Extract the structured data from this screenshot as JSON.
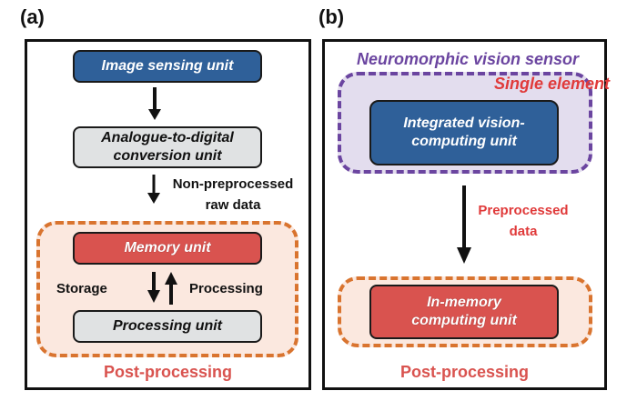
{
  "panel_a": {
    "label": "(a)",
    "image_sensing_unit": "Image sensing unit",
    "adc_unit_line1": "Analogue-to-digital",
    "adc_unit_line2": "conversion unit",
    "raw_data_line1": "Non-preprocessed",
    "raw_data_line2": "raw data",
    "memory_unit": "Memory unit",
    "storage_label": "Storage",
    "processing_label": "Processing",
    "processing_unit": "Processing unit",
    "post_processing": "Post-processing"
  },
  "panel_b": {
    "label": "(b)",
    "neuromorphic_sensor": "Neuromorphic vision sensor",
    "single_element": "Single element",
    "integrated_unit_line1": "Integrated vision-",
    "integrated_unit_line2": "computing unit",
    "preprocessed_line1": "Preprocessed",
    "preprocessed_line2": "data",
    "in_memory_line1": "In-memory",
    "in_memory_line2": "computing unit",
    "post_processing": "Post-processing"
  },
  "colors": {
    "blue_unit": "#2f6099",
    "gray_unit": "#e0e2e3",
    "red_unit": "#d9534f",
    "orange_region": "#d9742f",
    "purple_region": "#6b45a0",
    "accent_red_text": "#e03a3a"
  }
}
